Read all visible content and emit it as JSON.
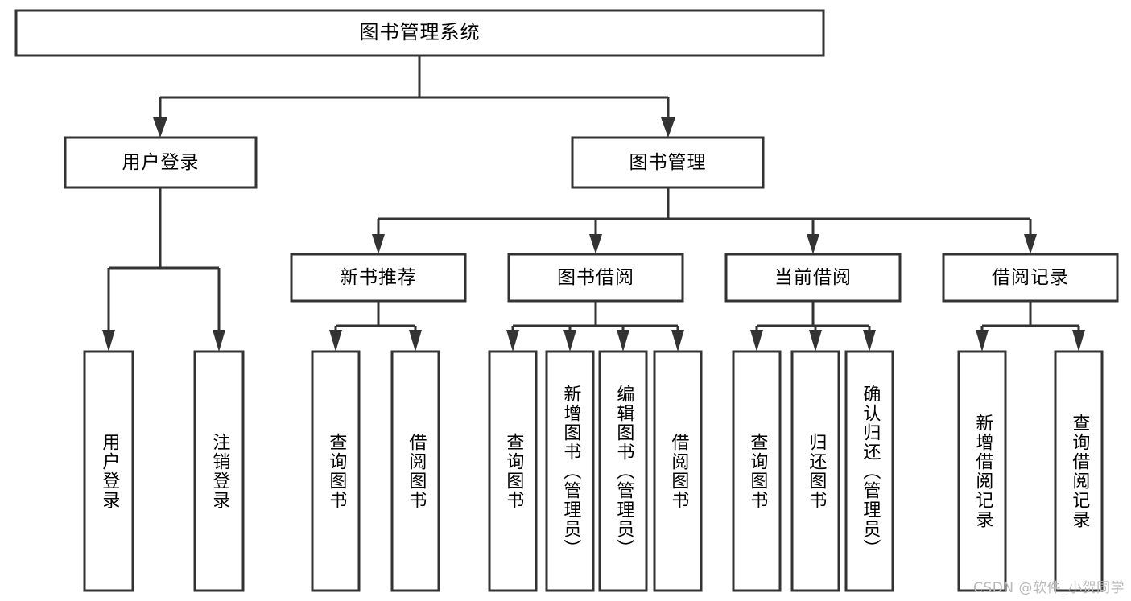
{
  "diagram": {
    "type": "tree-hierarchy",
    "root": {
      "id": "root",
      "label": "图书管理系统"
    },
    "level2": [
      {
        "id": "user-login",
        "label": "用户登录"
      },
      {
        "id": "book-manage",
        "label": "图书管理"
      }
    ],
    "level3": [
      {
        "id": "new-book-recommend",
        "label": "新书推荐",
        "parent": "book-manage"
      },
      {
        "id": "book-borrow",
        "label": "图书借阅",
        "parent": "book-manage"
      },
      {
        "id": "current-borrow",
        "label": "当前借阅",
        "parent": "book-manage"
      },
      {
        "id": "borrow-record",
        "label": "借阅记录",
        "parent": "book-manage"
      }
    ],
    "leaves": [
      {
        "id": "leaf-user-login",
        "label": "用户登录",
        "parent": "user-login"
      },
      {
        "id": "leaf-logout-login",
        "label": "注销登录",
        "parent": "user-login"
      },
      {
        "id": "leaf-query-book-1",
        "label": "查询图书",
        "parent": "new-book-recommend"
      },
      {
        "id": "leaf-borrow-book-1",
        "label": "借阅图书",
        "parent": "new-book-recommend"
      },
      {
        "id": "leaf-query-book-2",
        "label": "查询图书",
        "parent": "book-borrow"
      },
      {
        "id": "leaf-add-book",
        "label": "新增图书（管理员）",
        "parent": "book-borrow"
      },
      {
        "id": "leaf-edit-book",
        "label": "编辑图书（管理员）",
        "parent": "book-borrow"
      },
      {
        "id": "leaf-borrow-book-2",
        "label": "借阅图书",
        "parent": "book-borrow"
      },
      {
        "id": "leaf-query-book-3",
        "label": "查询图书",
        "parent": "current-borrow"
      },
      {
        "id": "leaf-return-book",
        "label": "归还图书",
        "parent": "current-borrow"
      },
      {
        "id": "leaf-confirm-return",
        "label": "确认归还（管理员）",
        "parent": "current-borrow"
      },
      {
        "id": "leaf-add-record",
        "label": "新增借阅记录",
        "parent": "borrow-record"
      },
      {
        "id": "leaf-query-record",
        "label": "查询借阅记录",
        "parent": "borrow-record"
      }
    ],
    "watermark": "CSDN @软件_小贺同学",
    "colors": {
      "box_stroke": "#333333",
      "box_fill": "#ffffff",
      "text": "#000000",
      "background": "#ffffff",
      "watermark": "#b9b9b9"
    }
  }
}
